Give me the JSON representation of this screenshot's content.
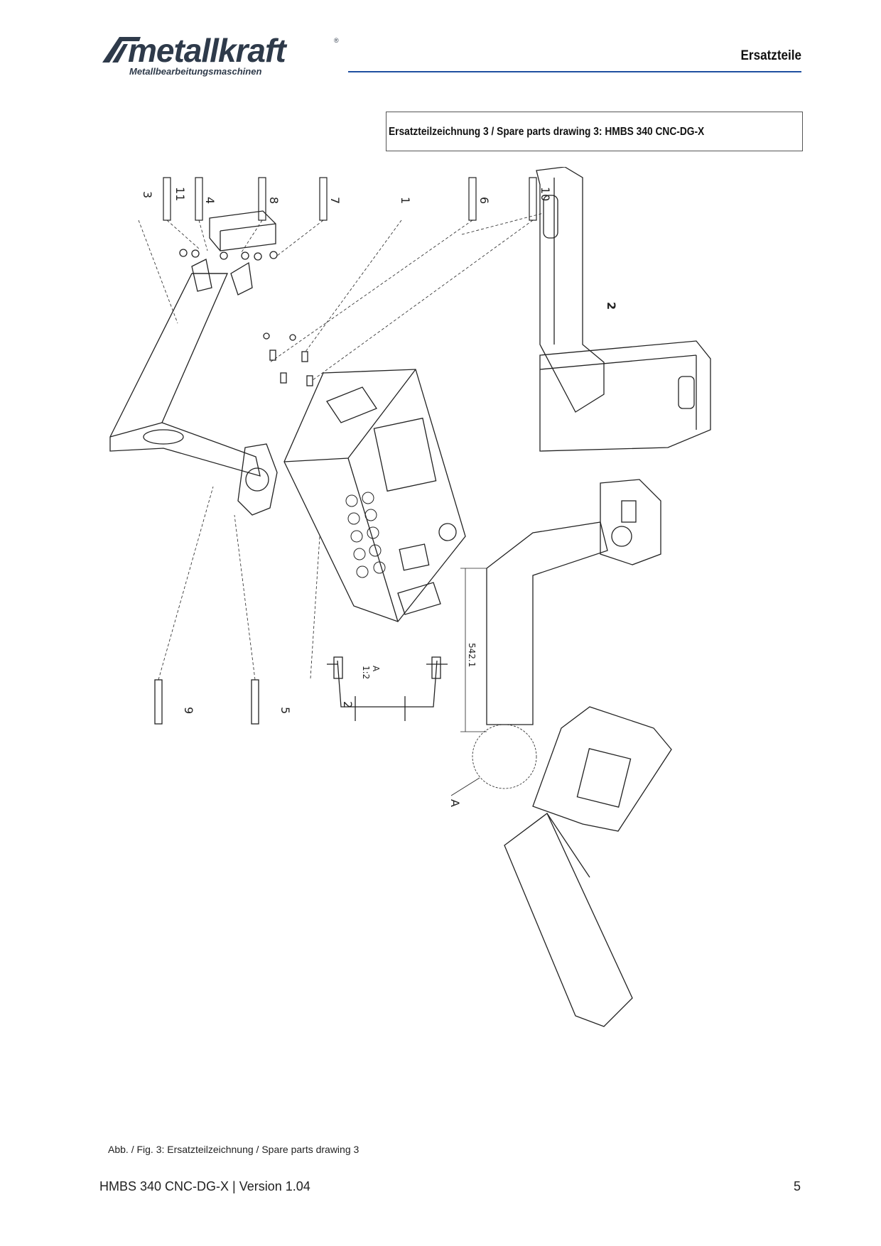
{
  "header": {
    "logo_text": "metallkraft",
    "logo_reg": "®",
    "logo_subtitle": "Metallbearbeitungsmaschinen",
    "section_title": "Ersatzteile"
  },
  "drawing": {
    "title": "Ersatzteilzeichnung 3 / Spare parts drawing 3: HMBS 340 CNC-DG-X",
    "part_labels": {
      "p11": "11",
      "p4": "4",
      "p8": "8",
      "p7": "7",
      "p6": "6",
      "p10": "10",
      "p9": "9",
      "p5": "5",
      "p3": "3",
      "p1": "1",
      "p2a": "2",
      "p2b": "2"
    },
    "detail_label": "A",
    "detail_scale": "A\n1:2",
    "dimension": "542.1"
  },
  "caption": "Abb. / Fig. 3: Ersatzteilzeichnung / Spare parts drawing 3",
  "footer": {
    "doc": "HMBS 340 CNC-DG-X | Version 1.04",
    "page": "5"
  },
  "colors": {
    "rule": "#1f4fa0",
    "logo": "#2e3a4a"
  }
}
